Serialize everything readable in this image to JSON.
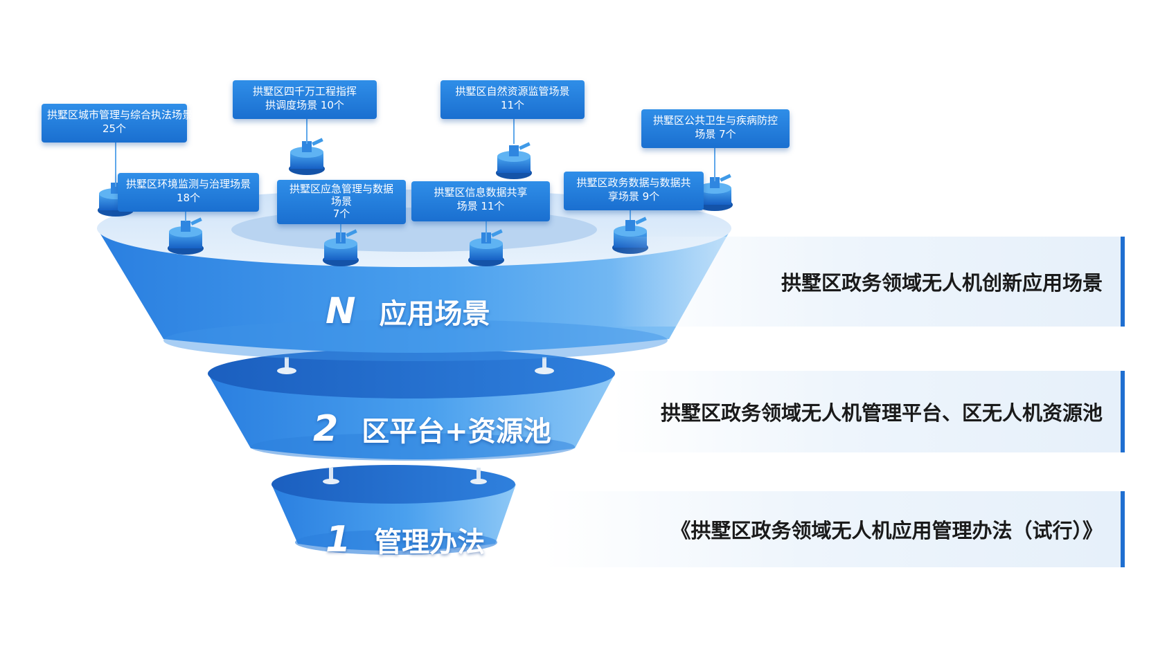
{
  "layers": [
    {
      "number": "N",
      "label": "应用场景",
      "description": "拱墅区政务领域无人机创新应用场景"
    },
    {
      "number": "2",
      "label": "区平台+资源池",
      "description": "拱墅区政务领域无人机管理平台、区无人机资源池"
    },
    {
      "number": "1",
      "label": "管理办法",
      "description": "《拱墅区政务领域无人机应用管理办法（试行）》"
    }
  ],
  "scenes": [
    {
      "lines": [
        "拱墅区城市管理与综合执法场景",
        "25个"
      ]
    },
    {
      "lines": [
        "拱墅区四千万工程指挥",
        "拱调度场景  10个"
      ]
    },
    {
      "lines": [
        "拱墅区自然资源监管场景",
        "11个"
      ]
    },
    {
      "lines": [
        "拱墅区公共卫生与疾病防控",
        "场景  7个"
      ]
    },
    {
      "lines": [
        "拱墅区环境监测与治理场景",
        "18个"
      ]
    },
    {
      "lines": [
        "拱墅区应急管理与数据",
        "场景",
        "7个"
      ]
    },
    {
      "lines": [
        "拱墅区信息数据共享",
        "场景  11个"
      ]
    },
    {
      "lines": [
        "拱墅区政务数据与数据共",
        "享场景  9个"
      ]
    }
  ],
  "colors": {
    "primary": "#1f6fd1",
    "light": "#cfe4fa",
    "dark": "#1453a8"
  }
}
